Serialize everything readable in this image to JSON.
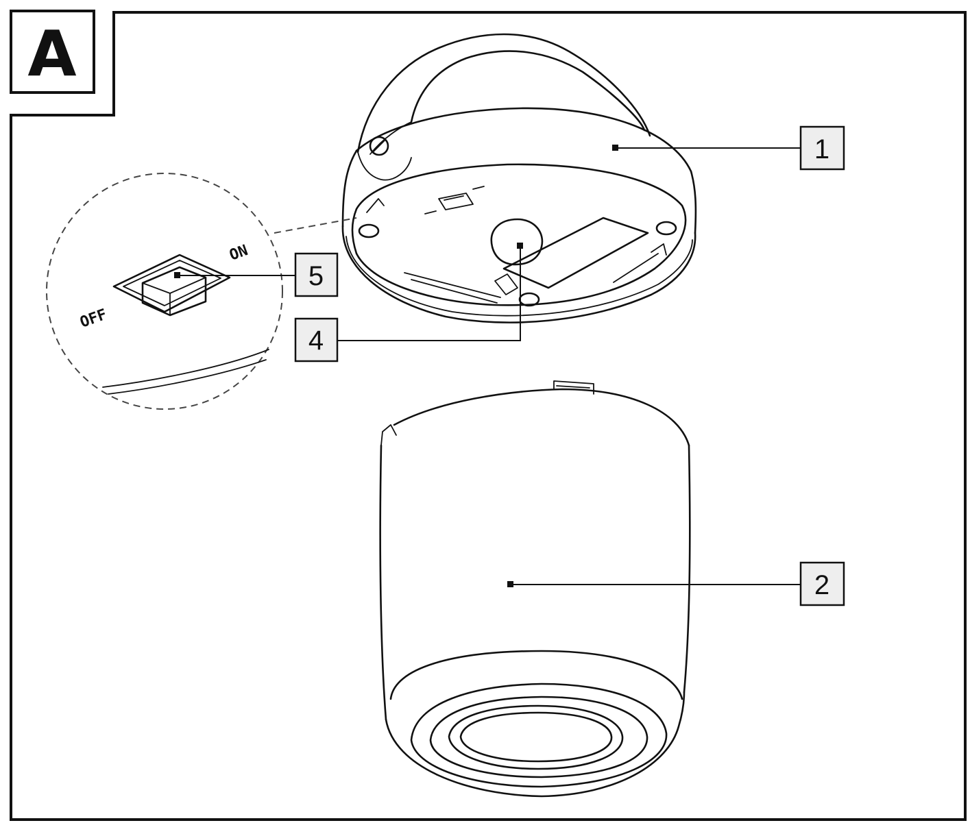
{
  "panel": {
    "letter": "A"
  },
  "callouts": [
    {
      "id": "1",
      "label": "1",
      "part": "lantern-head"
    },
    {
      "id": "2",
      "label": "2",
      "part": "lantern-body"
    },
    {
      "id": "4",
      "label": "4",
      "part": "led-light"
    },
    {
      "id": "5",
      "label": "5",
      "part": "power-switch"
    }
  ],
  "switch_labels": {
    "on": "ON",
    "off": "OFF"
  },
  "colors": {
    "ink": "#111111",
    "callout_fill": "#eeeeee",
    "background": "#ffffff"
  }
}
